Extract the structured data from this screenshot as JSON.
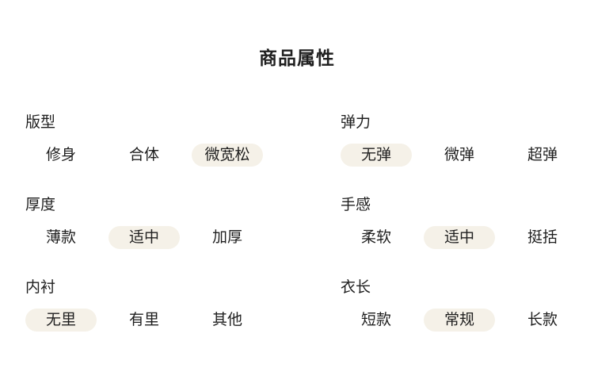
{
  "page": {
    "title": "商品属性"
  },
  "colors": {
    "pill_bg": "#f5f1e8",
    "text": "#1f1f1f",
    "background": "#ffffff"
  },
  "groups": [
    {
      "label": "版型",
      "options": [
        {
          "text": "修身",
          "selected": false
        },
        {
          "text": "合体",
          "selected": false
        },
        {
          "text": "微宽松",
          "selected": true
        }
      ]
    },
    {
      "label": "弹力",
      "options": [
        {
          "text": "无弹",
          "selected": true
        },
        {
          "text": "微弹",
          "selected": false
        },
        {
          "text": "超弹",
          "selected": false
        }
      ]
    },
    {
      "label": "厚度",
      "options": [
        {
          "text": "薄款",
          "selected": false
        },
        {
          "text": "适中",
          "selected": true
        },
        {
          "text": "加厚",
          "selected": false
        }
      ]
    },
    {
      "label": "手感",
      "options": [
        {
          "text": "柔软",
          "selected": false
        },
        {
          "text": "适中",
          "selected": true
        },
        {
          "text": "挺括",
          "selected": false
        }
      ]
    },
    {
      "label": "内衬",
      "options": [
        {
          "text": "无里",
          "selected": true
        },
        {
          "text": "有里",
          "selected": false
        },
        {
          "text": "其他",
          "selected": false
        }
      ]
    },
    {
      "label": "衣长",
      "options": [
        {
          "text": "短款",
          "selected": false
        },
        {
          "text": "常规",
          "selected": true
        },
        {
          "text": "长款",
          "selected": false
        }
      ]
    }
  ]
}
